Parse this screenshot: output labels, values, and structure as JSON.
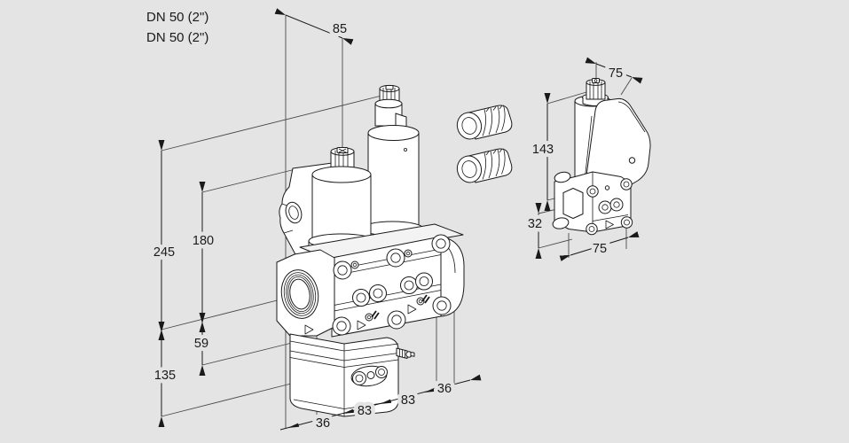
{
  "page": {
    "background_color": "#e4e4e4",
    "line_color": "#1a1a1a",
    "description": "Dimensional technical drawing of a double solenoid gas valve with side view"
  },
  "labels": {
    "connection_top": "DN 50 (2\")",
    "connection_bottom": "DN 50 (2\")"
  },
  "main_view": {
    "dimensions": {
      "depth_top": "85",
      "height_total": "245",
      "height_to_bracket": "180",
      "height_lower": "59",
      "height_bottom": "135",
      "length_left": "36",
      "length_valve1": "83",
      "length_valve2": "83",
      "length_right": "36"
    }
  },
  "side_view": {
    "dimensions": {
      "width_top": "75",
      "height_total": "143",
      "height_lower": "32",
      "width_bottom": "75"
    }
  }
}
